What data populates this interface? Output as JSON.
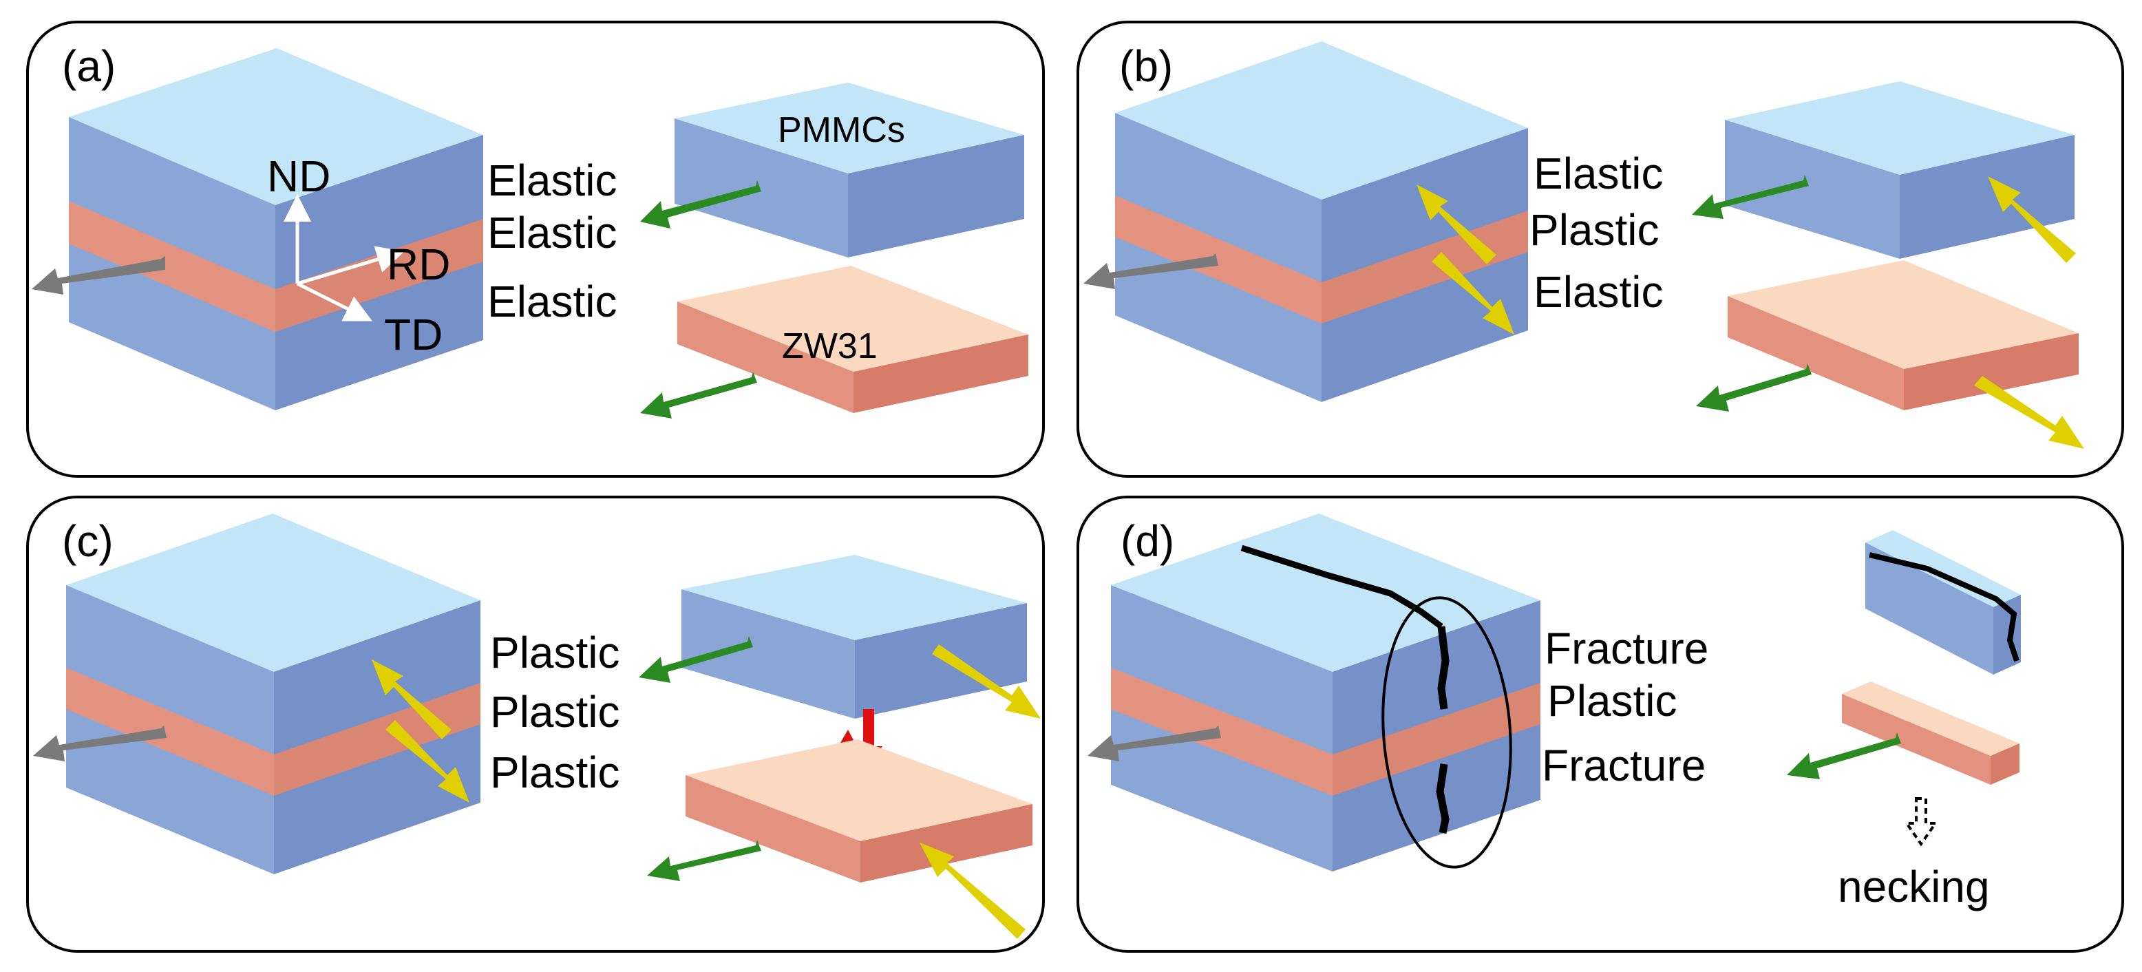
{
  "colors": {
    "blue_top": "#c2e6f8",
    "blue_front": "#8aa6d6",
    "blue_side": "#6e85bf",
    "salmon_front": "#e2927f",
    "salmon_side": "#d67c69",
    "salmon_top": "#fbd8c0",
    "arrow_green": "#2c8a22",
    "arrow_yellow": "#e0d000",
    "arrow_gray": "#7a7a7a",
    "arrow_red": "#e01010"
  },
  "panels": {
    "a": {
      "label": "(a)",
      "layer_states": [
        "Elastic",
        "Elastic",
        "Elastic"
      ],
      "axes": {
        "nd": "ND",
        "rd": "RD",
        "td": "TD"
      },
      "top_part_label": "PMMCs",
      "bottom_part_label": "ZW31"
    },
    "b": {
      "label": "(b)",
      "layer_states": [
        "Elastic",
        "Plastic",
        "Elastic"
      ]
    },
    "c": {
      "label": "(c)",
      "layer_states": [
        "Plastic",
        "Plastic",
        "Plastic"
      ]
    },
    "d": {
      "label": "(d)",
      "layer_states": [
        "Fracture",
        "Plastic",
        "Fracture"
      ],
      "necking_label": "necking"
    }
  }
}
